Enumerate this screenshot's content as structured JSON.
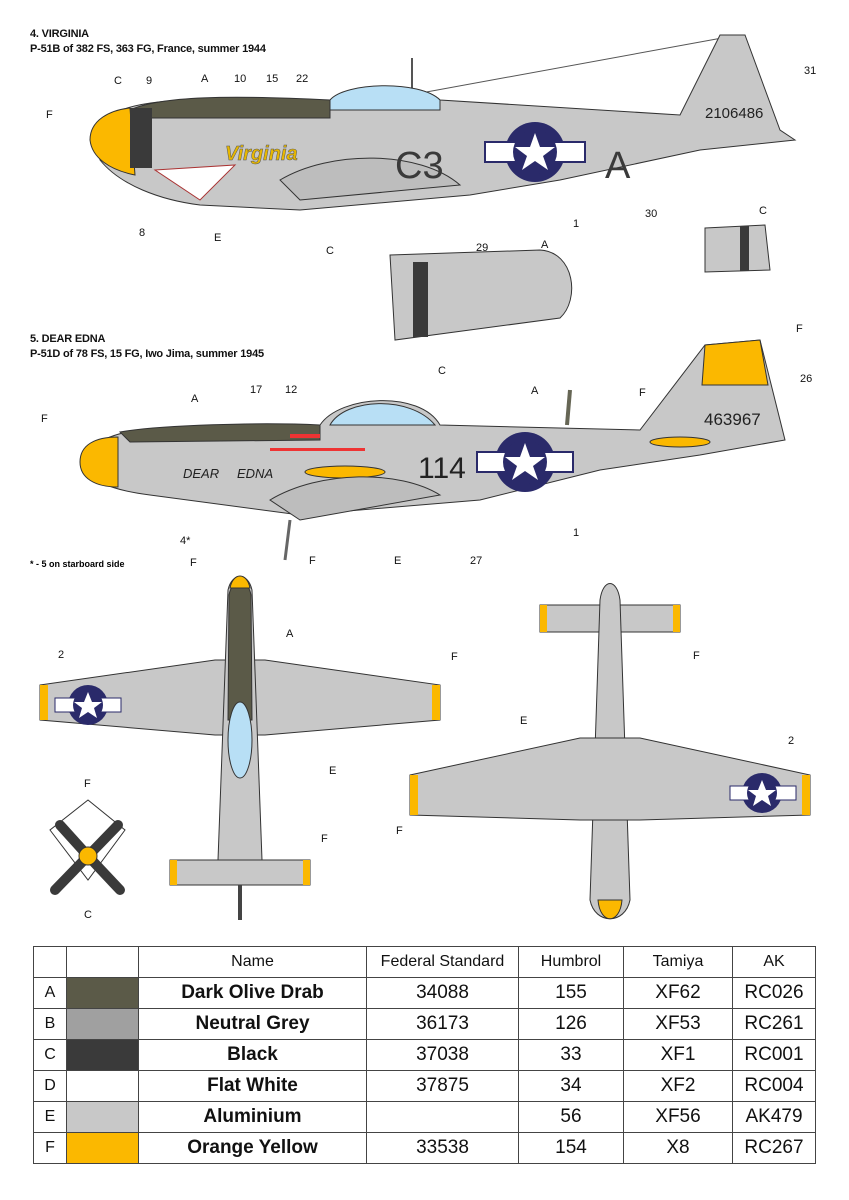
{
  "schemes": [
    {
      "title": "4. VIRGINIA",
      "subtitle": "P-51B of 382 FS, 363 FG, France, summer 1944",
      "markings": {
        "nose_art": "Virginia",
        "code": "C3",
        "letter": "A",
        "serial": "2106486"
      }
    },
    {
      "title": "5. DEAR EDNA",
      "subtitle": "P-51D of 78 FS, 15 FG, Iwo Jima, summer 1945",
      "markings": {
        "nose_art_1": "DEAR",
        "nose_art_2": "EDNA",
        "code": "114",
        "serial": "463967"
      }
    }
  ],
  "footnote": "* - 5 on starboard side",
  "callouts": {
    "v1": [
      "F",
      "C",
      "9",
      "A",
      "10",
      "15",
      "22",
      "31",
      "8",
      "E",
      "C",
      "29",
      "1",
      "30",
      "C",
      "A",
      "C"
    ],
    "v2": [
      "F",
      "26",
      "A",
      "F",
      "A",
      "17",
      "12",
      "F",
      "4*",
      "F",
      "E",
      "27",
      "1"
    ],
    "top": [
      "F",
      "A",
      "2",
      "F",
      "E",
      "F",
      "F",
      "C"
    ],
    "bottom": [
      "F",
      "E",
      "2",
      "F"
    ]
  },
  "colors": {
    "olive": "#5b5a48",
    "grey": "#a0a0a0",
    "black": "#3a3a3a",
    "white": "#ffffff",
    "alu": "#c8c8c8",
    "yellow": "#fbb800",
    "insignia": "#2a2a6a",
    "canopy": "#b8dff5"
  },
  "table": {
    "headers": [
      "",
      "",
      "Name",
      "Federal Standard",
      "Humbrol",
      "Tamiya",
      "AK"
    ],
    "rows": [
      {
        "code": "A",
        "color": "#5b5a48",
        "name": "Dark Olive Drab",
        "fs": "34088",
        "humbrol": "155",
        "tamiya": "XF62",
        "ak": "RC026"
      },
      {
        "code": "B",
        "color": "#a0a0a0",
        "name": "Neutral Grey",
        "fs": "36173",
        "humbrol": "126",
        "tamiya": "XF53",
        "ak": "RC261"
      },
      {
        "code": "C",
        "color": "#3a3a3a",
        "name": "Black",
        "fs": "37038",
        "humbrol": "33",
        "tamiya": "XF1",
        "ak": "RC001"
      },
      {
        "code": "D",
        "color": "#ffffff",
        "name": "Flat White",
        "fs": "37875",
        "humbrol": "34",
        "tamiya": "XF2",
        "ak": "RC004"
      },
      {
        "code": "E",
        "color": "#c8c8c8",
        "name": "Aluminium",
        "fs": "",
        "humbrol": "56",
        "tamiya": "XF56",
        "ak": "AK479"
      },
      {
        "code": "F",
        "color": "#fbb800",
        "name": "Orange Yellow",
        "fs": "33538",
        "humbrol": "154",
        "tamiya": "X8",
        "ak": "RC267"
      }
    ]
  }
}
